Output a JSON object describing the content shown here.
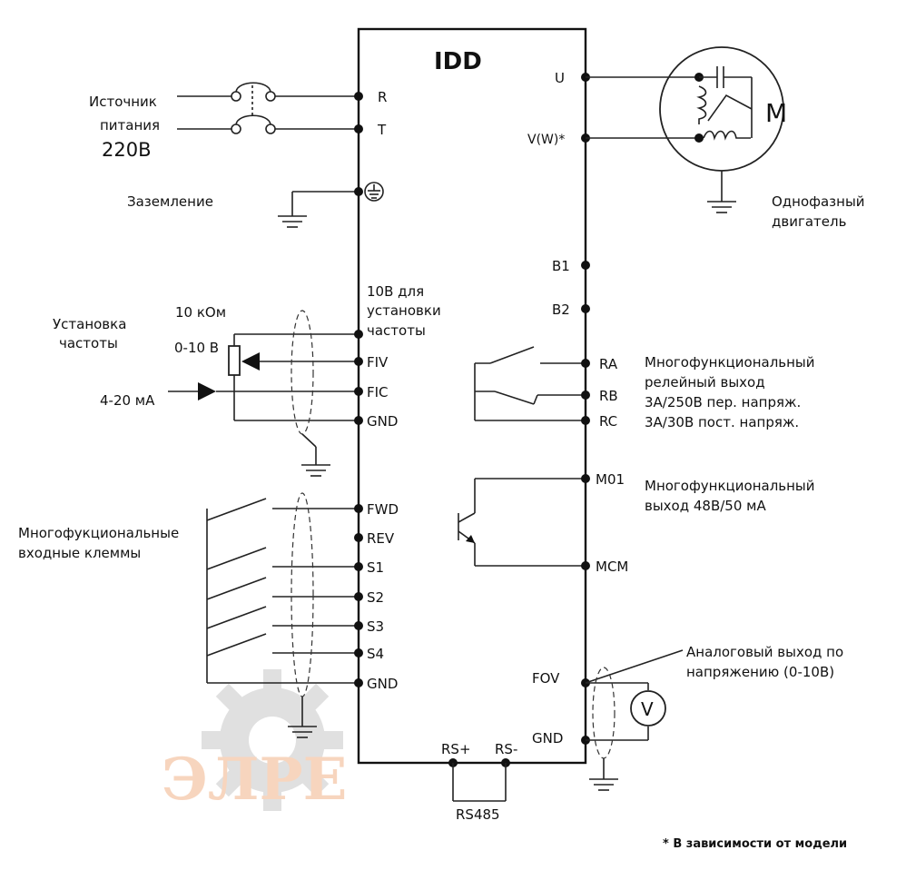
{
  "device": {
    "title": "IDD"
  },
  "left": {
    "power_source": [
      "Источник",
      "питания",
      "220В"
    ],
    "ground": "Заземление",
    "freq_setting": [
      "Установка",
      "частоты"
    ],
    "pot_value": "10 кОм",
    "voltage_range": "0-10 В",
    "current_range": "4-20 мА",
    "multi_inputs": [
      "Многофукциональные",
      "входные клеммы"
    ]
  },
  "terminals_left": {
    "R": "R",
    "T": "T",
    "ref_10v": [
      "10В для",
      "установки",
      "частоты"
    ],
    "FIV": "FIV",
    "FIC": "FIC",
    "GND1": "GND",
    "FWD": "FWD",
    "REV": "REV",
    "S1": "S1",
    "S2": "S2",
    "S3": "S3",
    "S4": "S4",
    "GND2": "GND"
  },
  "terminals_right": {
    "U": "U",
    "VW": "V(W)*",
    "B1": "B1",
    "B2": "B2",
    "RA": "RA",
    "RB": "RB",
    "RC": "RC",
    "M01": "M01",
    "MCM": "MCM",
    "FOV": "FOV",
    "GND": "GND"
  },
  "terminals_bottom": {
    "rs_plus": "RS+",
    "rs_minus": "RS-",
    "rs485": "RS485"
  },
  "right": {
    "motor_letter": "M",
    "motor_label": [
      "Однофазный",
      "двигатель"
    ],
    "relay_output": [
      "Многофункциональный",
      "релейный выход",
      "3А/250В пер. напряж.",
      "3А/30В пост. напряж."
    ],
    "multi_output": [
      "Многофункциональный",
      "выход 48В/50 мА"
    ],
    "analog_output": [
      "Аналоговый выход по",
      "напряжению (0-10В)"
    ],
    "voltmeter": "V"
  },
  "footnote": "* В зависимости от модели",
  "watermark": "ЭЛРЕ",
  "colors": {
    "watermark_gear": "#c8c8c8",
    "watermark_text": "#f2b48a"
  }
}
